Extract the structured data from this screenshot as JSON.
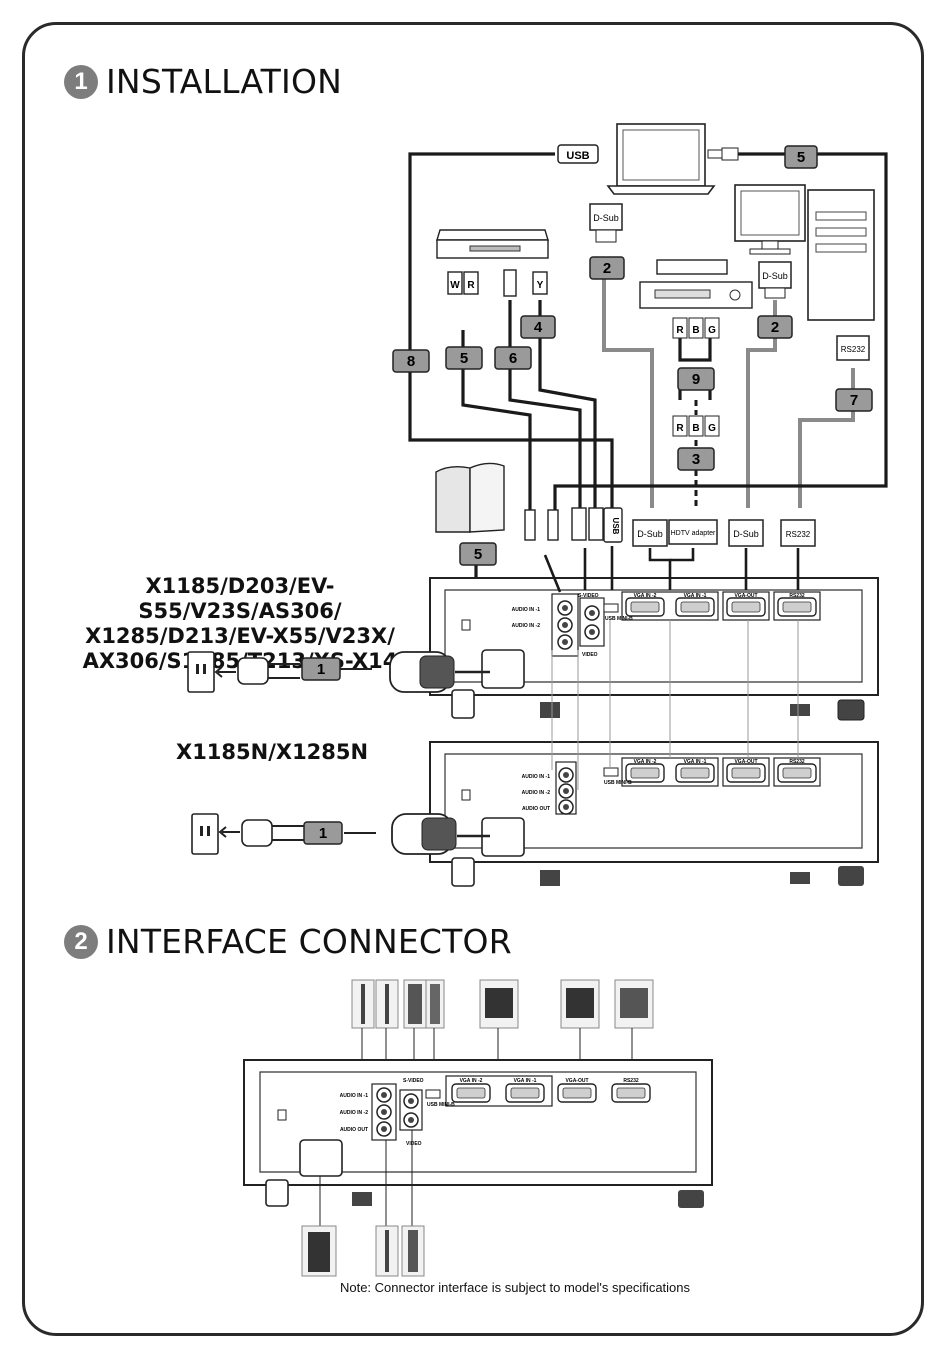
{
  "sections": {
    "installation": {
      "number": "1",
      "title": "INSTALLATION"
    },
    "interface": {
      "number": "2",
      "title": "INTERFACE CONNECTOR"
    }
  },
  "models": {
    "group1": [
      "X1185/D203/EV-S55/V23S/AS306/",
      "X1285/D213/EV-X55/V23X/",
      "AX306/S1285/T213/XS-X14"
    ],
    "group2": "X1185N/X1285N"
  },
  "cable_labels": {
    "usb": "USB",
    "usb_plug": "USB",
    "dsub": "D-Sub",
    "rs232": "RS232",
    "hdtv": "HDTV adapter",
    "c1": "1",
    "c2": "2",
    "c3": "3",
    "c4": "4",
    "c5": "5",
    "c6": "6",
    "c7": "7",
    "c8": "8",
    "c9": "9",
    "w": "W",
    "r": "R",
    "y": "Y",
    "g": "G",
    "b": "B"
  },
  "ports": {
    "audio_in_1": "AUDIO IN -1",
    "audio_in_2": "AUDIO IN -2",
    "audio_out": "AUDIO OUT",
    "svideo": "S-VIDEO",
    "video": "VIDEO",
    "usb_mini": "USB MINI-B",
    "vga_in_2": "VGA IN -2",
    "vga_in_1": "VGA IN -1",
    "vga_out": "VGA-OUT",
    "rs232": "RS232"
  },
  "icons": [
    "laptop-icon",
    "monitor-icon",
    "pc-tower-icon",
    "dvd-player-icon",
    "vcr-icon",
    "speaker-icon",
    "wall-outlet-icon",
    "power-plug-icon",
    "projector-icon"
  ],
  "note": "Note: Connector interface is subject to model's specifications"
}
